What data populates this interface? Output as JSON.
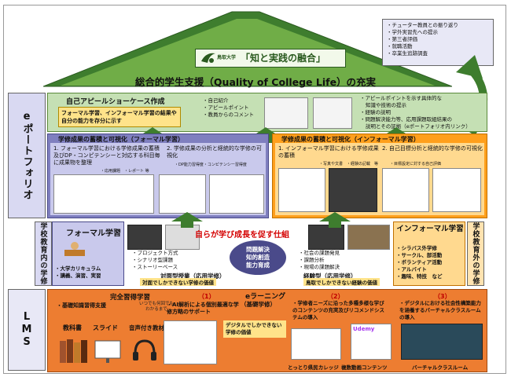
{
  "roof": {
    "logo_text": "鳥取大学",
    "motto": "「知と実践の融合」",
    "title": "総合的学生支援（Quality of College Life）の充実"
  },
  "top_right_box": {
    "items": [
      "・チューター教員との振り返り",
      "・学外実習先への提示",
      "・第三者評価",
      "・就職活動",
      "・卒業生追跡調査"
    ]
  },
  "side_labels": {
    "eportfolio": "eポートフォリオ",
    "curriculum": "学校教育内の学修",
    "extra": "学校教育外の学修",
    "lms": "LMS"
  },
  "showcase": {
    "title": "自己アピールショーケース作成",
    "highlight": "フォーマル学習、インフォーマル学習の結果や自分の能力を存分に示す",
    "mid_items": [
      "・自己紹介",
      "・アピールポイント",
      "・教員からのコメント"
    ],
    "right_items": [
      "・アピールポイントを示す具体的な",
      "知識や技術の提示",
      "・経験の説明",
      "・問題解決能力等、応用課題取組結果の",
      "説明とその証拠（eポートフォリオ内リンク）"
    ]
  },
  "formal": {
    "title": "学修成果の蓄積と可視化（フォーマル学習）",
    "item1": "1. フォーマル学習における学修成果の蓄積及びDP・コンピテンシーと対応する科目毎に成果物を整理",
    "item1_sub": "・応用課題　・レポート 等",
    "item2": "2. 学修成果の分析と経統的な学修の可視化",
    "item2_sub": "・DP能力習得度・コンピテンシー習得度"
  },
  "informal": {
    "title": "学修成果の蓄積と可視化（インフォーマル学習）",
    "item1": "1. インフォーマル学習における学修成果の蓄積",
    "item1_sub": "・写真や文書　・経験の記載　等",
    "item2": "2. 自己目標分析と経統的な学修の可視化",
    "item2_sub": "・目標設定に対する自己評価"
  },
  "middle": {
    "formal_title": "フォーマル学習",
    "formal_items": [
      "・大学カリキュラム",
      "・講義、演習、実習"
    ],
    "center_title": "自らが学び成長を促す仕組",
    "center_oval": [
      "問題解決",
      "知的創造",
      "能力育成"
    ],
    "left_items": [
      "・プロジェクト方式",
      "・シナリオ型課題",
      "・ストーリーベース"
    ],
    "left_type": "対面型授業（応用学修）",
    "left_value": "対面でしかできない学修の価値",
    "right_items": [
      "・社会の課題発見",
      "・課題分析",
      "・現場の課題解決"
    ],
    "right_type": "経験型（応用学修）",
    "right_value": "鳥取でしかできない経験の価値",
    "informal_title": "インフォーマル学習",
    "informal_items": [
      "・シラバス外学修",
      "・サークル、部活動",
      "・ボランティア活動",
      "・アルバイト",
      "・趣味、特技　など"
    ]
  },
  "lms": {
    "mastery_title": "完全習得学習",
    "basic_support": "・基礎知識習得支援",
    "anytime": "いつでも何回でもわかるまで",
    "tools": [
      "教科書",
      "スライド",
      "音声付き教材"
    ],
    "num1": "（1）",
    "num1_text": "・AI解析による個別最適な学修方略のサポート",
    "elearning_title": "eラーニング",
    "elearning_sub": "（基礎学修）",
    "digital_value": "デジタルでしかできない学修の価値",
    "num2": "（2）",
    "num2_text": "・学修者ニーズに沿った多種多様な学びのコンテンツの充実及びリコメンドシステムの導入",
    "udemy": "Udemy",
    "num2_cap1": "とっとり県民カレッジ",
    "num2_cap2": "複数動画コンテンツ",
    "num3": "（3）",
    "num3_text": "・デジタルにおける社会性構築能力を涵養するバーチャルクラスルームの導入",
    "num3_cap": "バーチャルクラスルーム"
  },
  "colors": {
    "green": "#70ad47",
    "dark_green": "#3e7d2e",
    "light_green": "#c5e0b4",
    "purple": "#7f7fbf",
    "lavender": "#c9c9ec",
    "orange": "#ff9f1c",
    "yellow_box": "#ffe38a",
    "gold": "#ffd966",
    "lms_orange": "#ed7d31"
  }
}
